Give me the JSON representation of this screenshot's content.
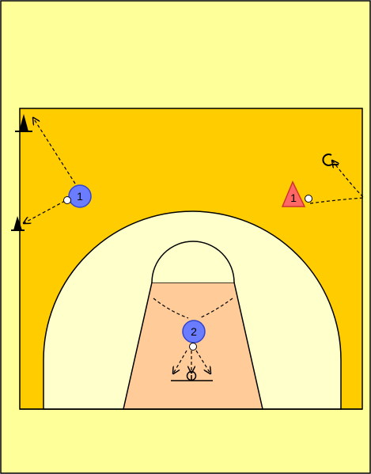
{
  "diagram": {
    "colors": {
      "background": "#FFFF99",
      "court": "#FFCC00",
      "three_point_area": "#FFFFCC",
      "paint": "#FFCC99",
      "outline": "#000000",
      "offense_player": "#6A7CFF",
      "defense_player": "#FF6666",
      "ball": "#FFFFFF",
      "cone": "#000000"
    },
    "players": [
      {
        "role": "offense",
        "label": "1"
      },
      {
        "role": "offense",
        "label": "2"
      },
      {
        "role": "defense",
        "label": "1"
      }
    ],
    "marks": {
      "cones": [
        "cone-icon",
        "cone-icon"
      ],
      "cut_symbol": "curl-cut-icon",
      "basket": "basket-icon",
      "movement_lines": "dashed-pass-arrows"
    }
  }
}
